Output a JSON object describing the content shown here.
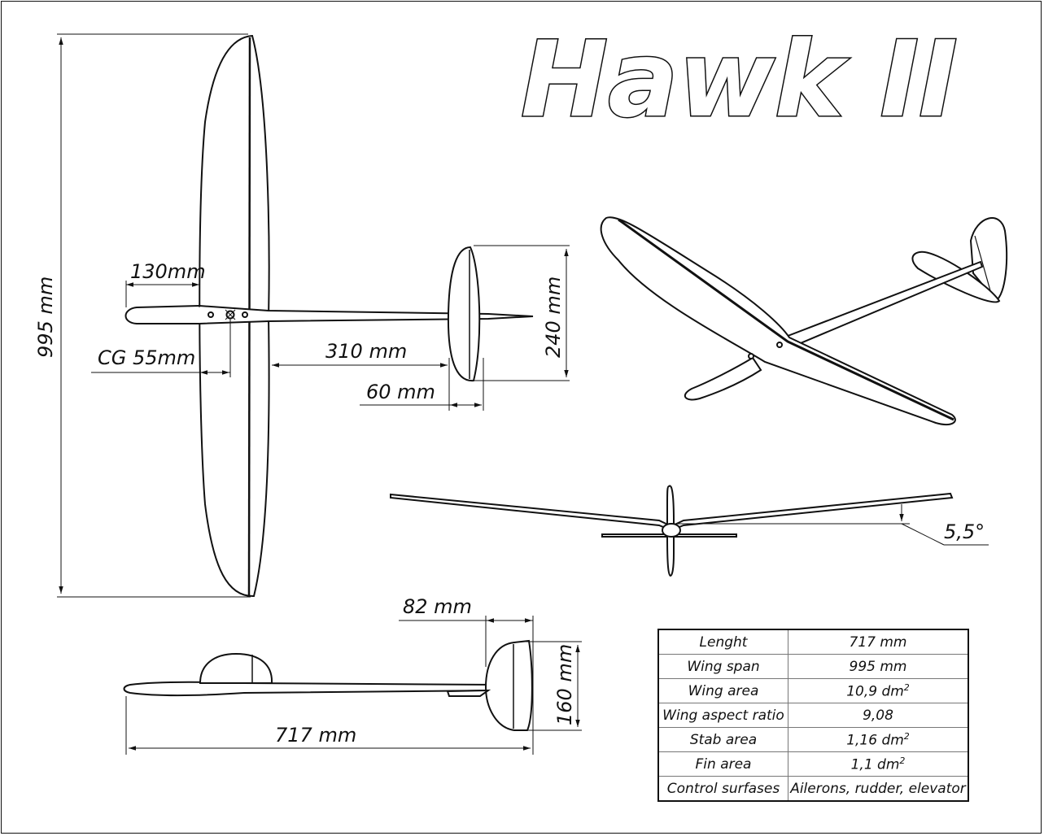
{
  "title": "Hawk II",
  "dimensions": {
    "wingspan": "995 mm",
    "root_chord": "130mm",
    "cg": "CG 55mm",
    "tail_arm": "310 mm",
    "stab_chord": "60 mm",
    "stab_span": "240 mm",
    "fin_chord": "82 mm",
    "fin_height": "160 mm",
    "length": "717 mm",
    "dihedral": "5,5°"
  },
  "specs": [
    {
      "label": "Lenght",
      "value": "717 mm",
      "sup": ""
    },
    {
      "label": "Wing span",
      "value": "995 mm",
      "sup": ""
    },
    {
      "label": "Wing area",
      "value": "10,9 dm",
      "sup": "2"
    },
    {
      "label": "Wing aspect ratio",
      "value": "9,08",
      "sup": ""
    },
    {
      "label": "Stab area",
      "value": "1,16 dm",
      "sup": "2"
    },
    {
      "label": "Fin area",
      "value": "1,1 dm",
      "sup": "2"
    },
    {
      "label": "Control surfases",
      "value": "Ailerons, rudder, elevator",
      "sup": ""
    }
  ]
}
